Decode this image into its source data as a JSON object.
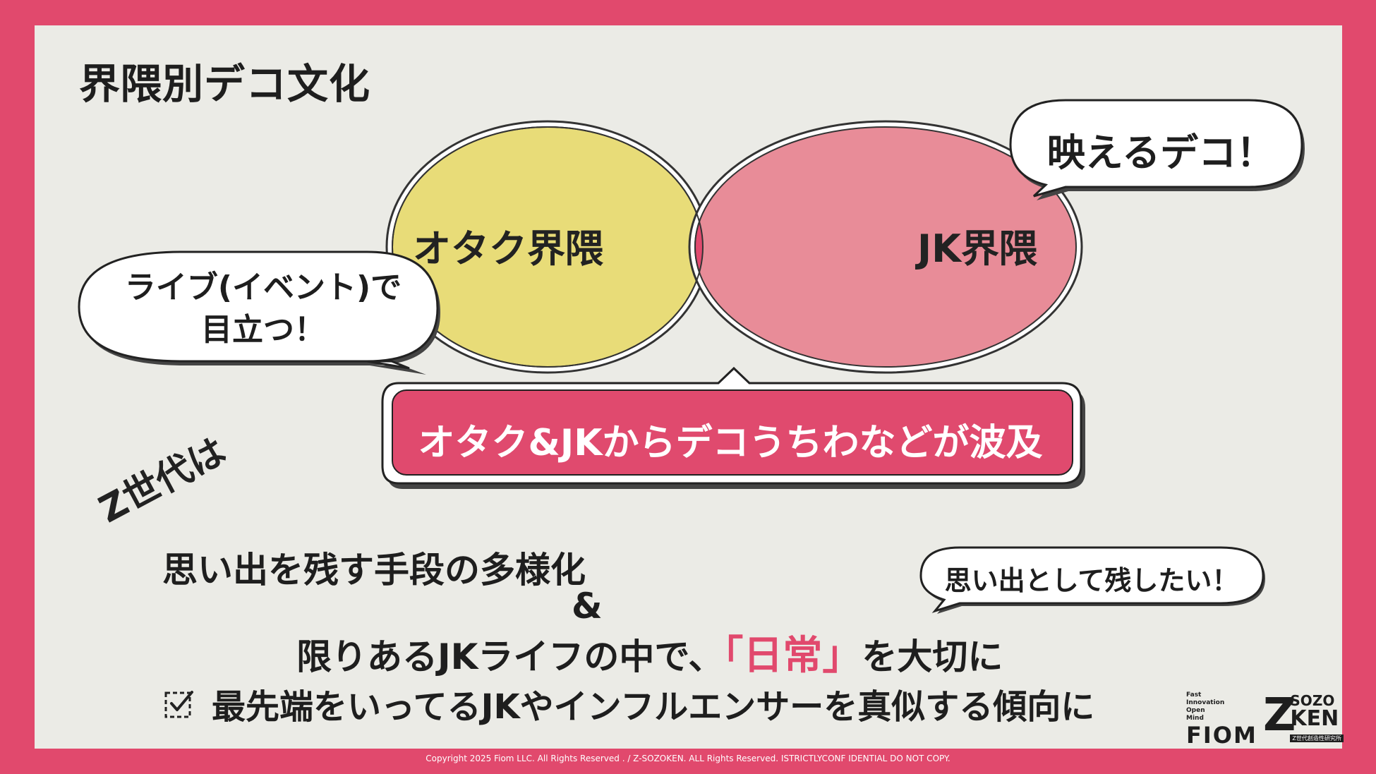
{
  "title": "界隈別デコ文化",
  "venn": {
    "left_label": "オタク界隈",
    "right_label": "JK界隈"
  },
  "bubbles": {
    "live_line1": "ライブ(イベント)で",
    "live_line2": "目立つ！",
    "haeru": "映えるデコ！",
    "omoide": "思い出として残したい！"
  },
  "banner": "オタク&JKからデコうちわなどが波及",
  "z_generation": "Z世代は",
  "body": {
    "line1": "思い出を残す手段の多様化",
    "amp": "&",
    "line2_pre": "限りあるJKライフの中で、",
    "line2_highlight": "「日常」",
    "line2_post": "を大切に",
    "check_item": "最先端をいってるJKやインフルエンサーを真似する傾向に"
  },
  "logos": {
    "fiom_words": [
      "Fast",
      "Innovation",
      "Open",
      "Mind"
    ],
    "fiom": "FIOM",
    "z": "Z",
    "sozo": "SOZO",
    "ken": "KEN",
    "zsozo_sub": "Z世代創造性研究所"
  },
  "copyright": "Copyright 2025 Fiom LLC. All Rights Reserved . / Z-SOZOKEN. ALL Rights Reserved. ISTRICTLYCONF IDENTIAL DO NOT COPY.",
  "colors": {
    "frame": "#e1496d",
    "slide_bg": "#ebebe6",
    "venn_left": "#e8dc78",
    "venn_right": "#e88c98",
    "venn_overlap": "#e04a6e",
    "banner": "#e04a6e"
  },
  "icons": [
    "checkbox-checked-icon"
  ]
}
